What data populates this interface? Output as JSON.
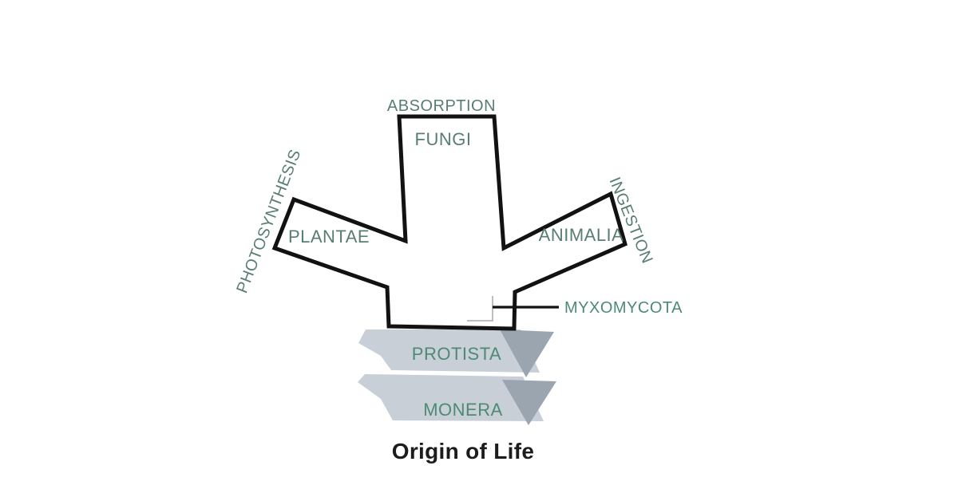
{
  "page": {
    "background": "#ffffff"
  },
  "title": {
    "text": "Origin of Life",
    "color": "#1c1c1c"
  },
  "colors": {
    "outline": "#121212",
    "band_light": "#c9cfd6",
    "band_fold": "#9ba5b0",
    "nutrition_label": "#587e72",
    "kingdom_label": "#4d8a74",
    "bracket": "#a9a9a9"
  },
  "labels": {
    "absorption": "ABSORPTION",
    "photosynthesis": "PHOTOSYNTHESIS",
    "ingestion": "INGESTION",
    "fungi": "FUNGI",
    "plantae": "PLANTAE",
    "animalia": "ANIMALIA",
    "myxomycota": "MYXOMYCOTA",
    "protista": "PROTISTA",
    "monera": "MONERA"
  }
}
